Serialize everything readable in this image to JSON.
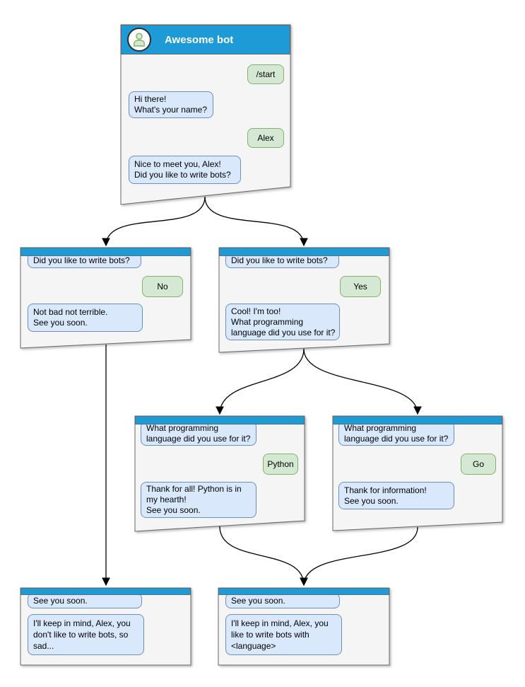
{
  "colors": {
    "header_blue": "#1e9bd7",
    "window_bg": "#f5f5f5",
    "window_border": "#666666",
    "bot_bubble_bg": "#dae8fc",
    "bot_bubble_border": "#6c8ebf",
    "user_bubble_bg": "#d5e8d4",
    "user_bubble_border": "#82b366",
    "connector": "#000000"
  },
  "main_window": {
    "title": "Awesome bot",
    "avatar_icon": "person-icon",
    "user_start": "/start",
    "bot_greeting": "Hi there!\nWhat's your name?",
    "user_name": "Alex",
    "bot_meet": "Nice to meet you, Alex!\nDid you like to write bots?"
  },
  "no_branch": {
    "question": "Did you like to write bots?",
    "answer": "No",
    "reply": "Not bad not terrible.\nSee you soon."
  },
  "yes_branch": {
    "question": "Did you like to write bots?",
    "answer": "Yes",
    "reply": "Cool! I'm too!\nWhat programming\nlanguage did you use for it?"
  },
  "python_branch": {
    "question": "What programming\nlanguage did you use for it?",
    "answer": "Python",
    "reply": "Thank for all! Python is in\nmy hearth!\nSee you soon."
  },
  "go_branch": {
    "question": "What programming\nlanguage did you use for it?",
    "answer": "Go",
    "reply": "Thank for information!\nSee you soon."
  },
  "no_end": {
    "question": "See you soon.",
    "reply": "I'll keep in mind, Alex, you\ndon't like to write bots, so\nsad..."
  },
  "yes_end": {
    "question": "See you soon.",
    "reply": "I'll keep in mind, Alex, you\nlike to write bots with\n<language>"
  }
}
